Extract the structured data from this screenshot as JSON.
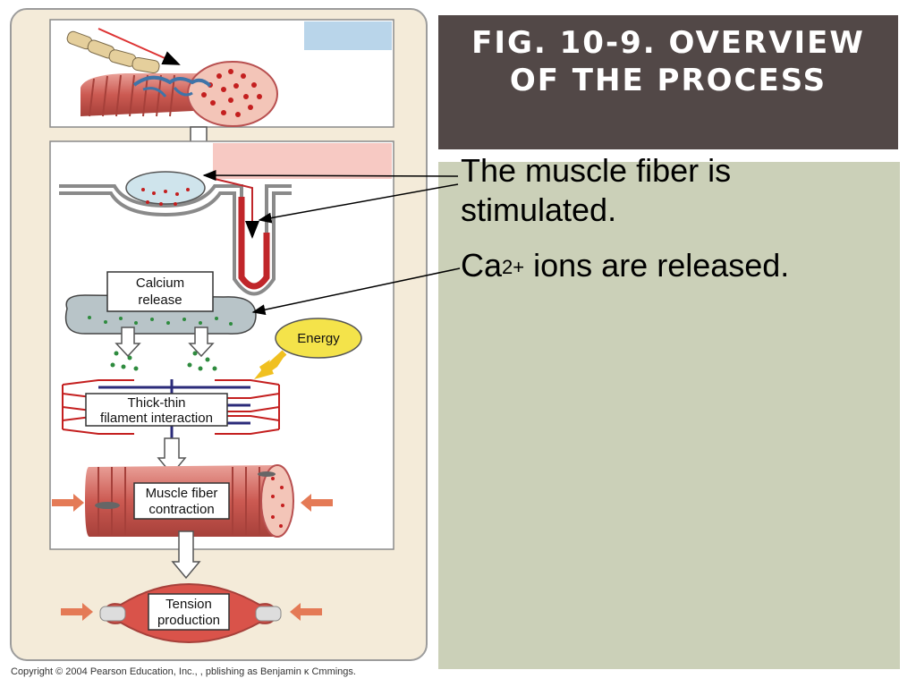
{
  "title": {
    "line1": "FIG. 10-9.  OVERVIEW",
    "line2": "OF THE PROCESS"
  },
  "bullets": {
    "b1": "The muscle fiber is stimulated.",
    "b2_prefix": "Ca",
    "b2_sup": "2+",
    "b2_suffix": " ions are released."
  },
  "diagram": {
    "calcium_1": "Calcium",
    "calcium_2": "release",
    "energy": "Energy",
    "thick_1": "Thick-thin",
    "thick_2": "filament interaction",
    "muscle_1": "Muscle fiber",
    "muscle_2": "contraction",
    "tension_1": "Tension",
    "tension_2": "production"
  },
  "copyright": "Copyright © 2004 Pearson Education, Inc., , pblishing as Benjamin ĸ Cmmings.",
  "colors": {
    "title_bg": "#524847",
    "content_bg": "#cbd0b8",
    "muscle_red": "#c9514a",
    "ca_dot_green": "#2e8b3e",
    "energy_yellow": "#f4e34a"
  }
}
